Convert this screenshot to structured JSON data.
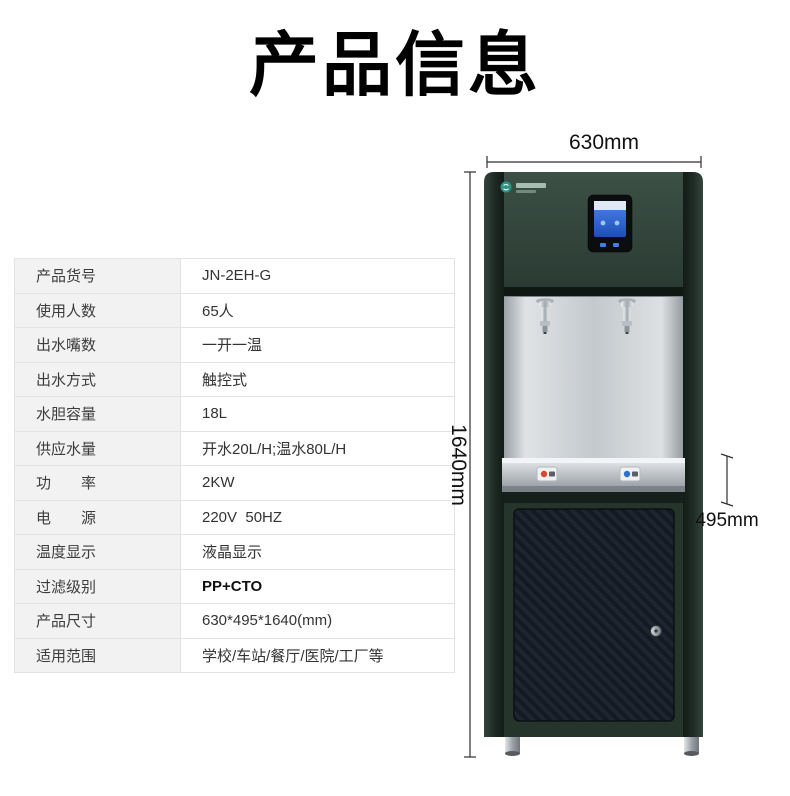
{
  "title": "产品信息",
  "table": {
    "rows": [
      {
        "label": "产品货号",
        "value": "JN-2EH-G"
      },
      {
        "label": "使用人数",
        "value": "65人"
      },
      {
        "label": "出水嘴数",
        "value": "一开一温"
      },
      {
        "label": "出水方式",
        "value": "触控式"
      },
      {
        "label": "水胆容量",
        "value": "18L"
      },
      {
        "label": "供应水量",
        "value": "开水20L/H;温水80L/H"
      },
      {
        "label": "功　　率",
        "value": "2KW"
      },
      {
        "label": "电　　源",
        "value": "220V  50HZ"
      },
      {
        "label": "温度显示",
        "value": "液晶显示"
      },
      {
        "label": "过滤级别",
        "value": "PP+CTO"
      },
      {
        "label": "产品尺寸",
        "value": "630*495*1640(mm)"
      },
      {
        "label": "适用范围",
        "value": "学校/车站/餐厅/医院/工厂等"
      }
    ]
  },
  "dimensions": {
    "width": "630mm",
    "height": "1640mm",
    "depth": "495mm"
  }
}
